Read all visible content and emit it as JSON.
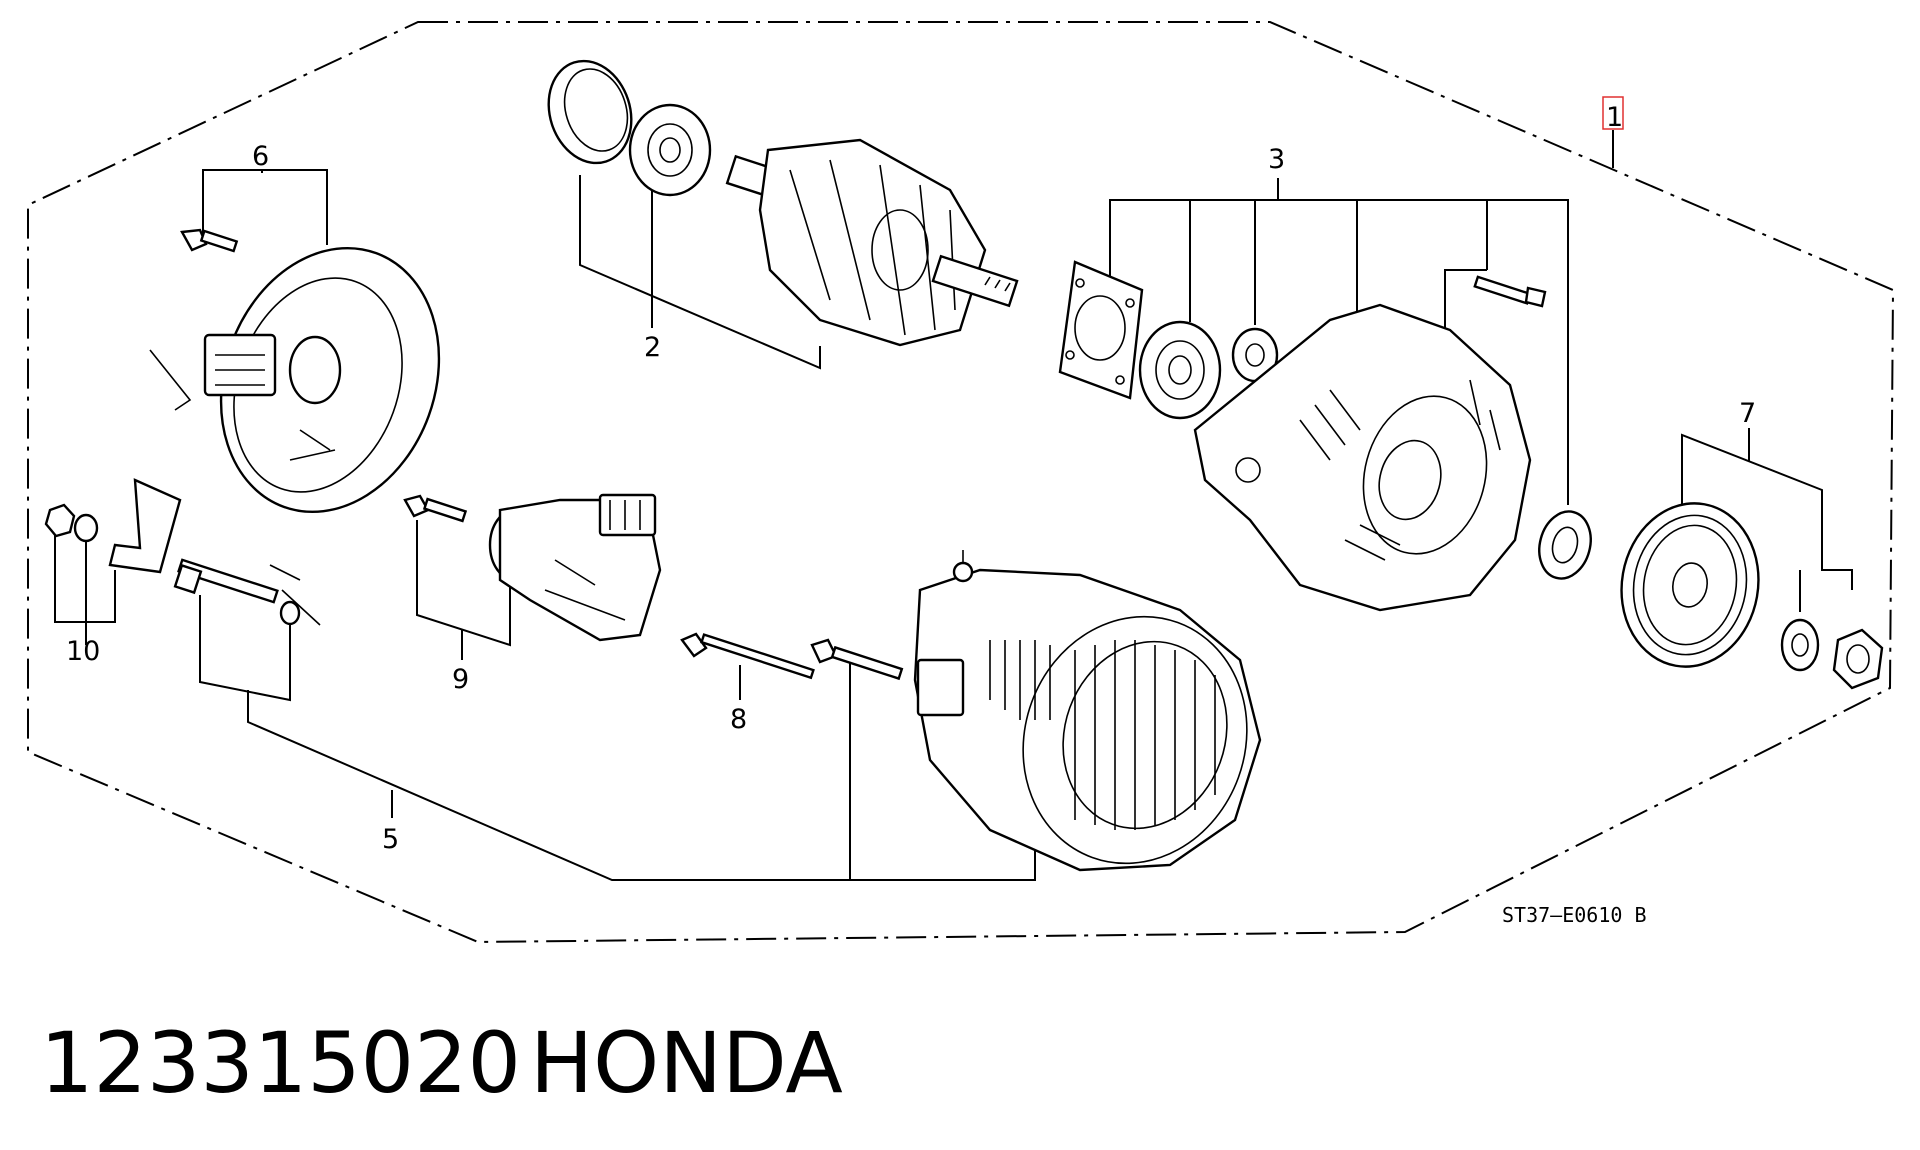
{
  "diagram": {
    "callouts": [
      {
        "id": "1",
        "label": "1",
        "highlighted": true
      },
      {
        "id": "2",
        "label": "2"
      },
      {
        "id": "3",
        "label": "3"
      },
      {
        "id": "5",
        "label": "5"
      },
      {
        "id": "6",
        "label": "6"
      },
      {
        "id": "7",
        "label": "7"
      },
      {
        "id": "8",
        "label": "8"
      },
      {
        "id": "9",
        "label": "9"
      },
      {
        "id": "10",
        "label": "10"
      }
    ],
    "drawing_code": "ST37–E0610 B"
  },
  "caption": {
    "part_number": "123315020",
    "brand": "HONDA"
  },
  "colors": {
    "line": "#000000",
    "highlight": "#e03030",
    "background": "#ffffff"
  }
}
